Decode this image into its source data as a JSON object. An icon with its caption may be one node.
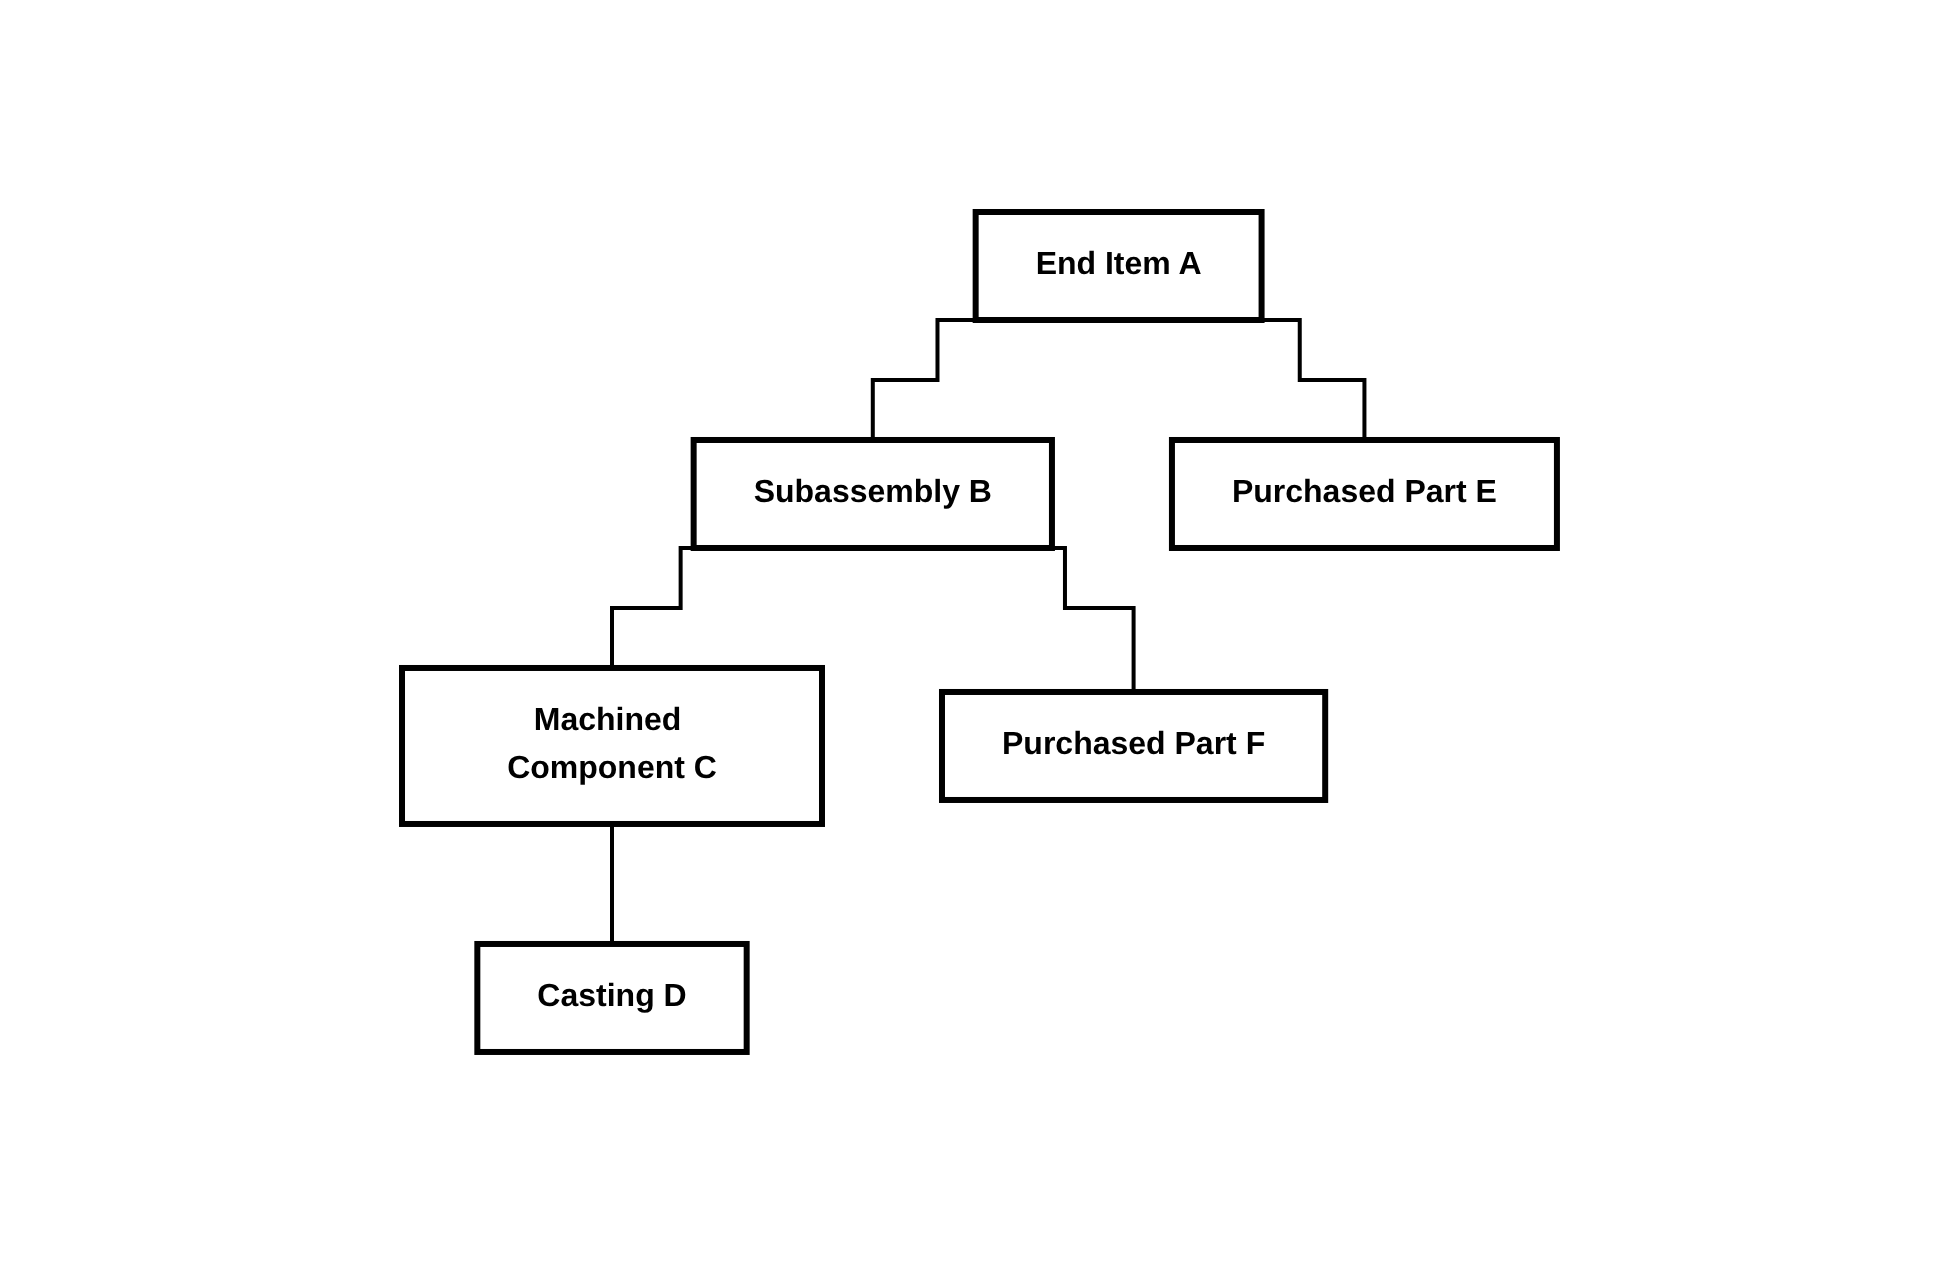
{
  "diagram": {
    "nodes": [
      {
        "text": [
          "End Item A"
        ]
      },
      {
        "text": [
          "Subassembly B"
        ]
      },
      {
        "text": [
          "Purchased Part E"
        ]
      },
      {
        "text": [
          "Machined Component C"
        ]
      },
      {
        "text": [
          "Purchased Part F"
        ]
      },
      {
        "text": [
          "Casting D"
        ]
      }
    ],
    "edges": [
      {
        "from": 0,
        "to": 1,
        "arrow": "none"
      },
      {
        "from": 0,
        "to": 2,
        "arrow": "none"
      },
      {
        "from": 1,
        "to": 3,
        "arrow": "none"
      },
      {
        "from": 1,
        "to": 4,
        "arrow": "none"
      },
      {
        "from": 3,
        "to": 5,
        "arrow": "none"
      }
    ]
  }
}
